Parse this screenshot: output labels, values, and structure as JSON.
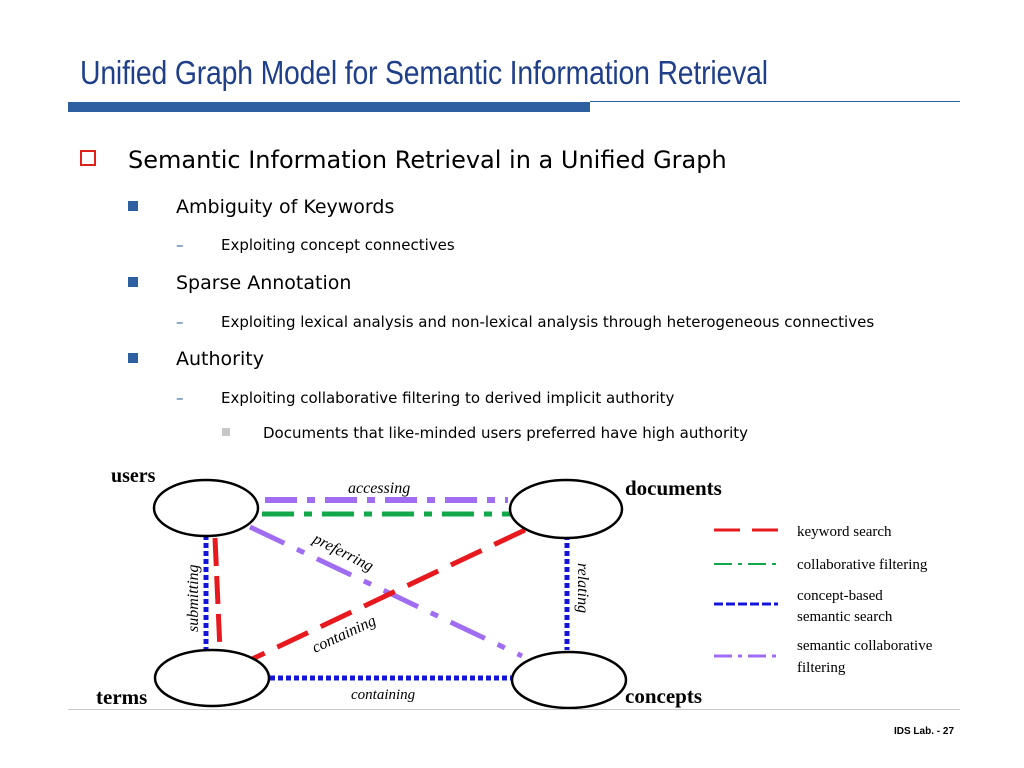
{
  "title": "Unified Graph Model for Semantic Information Retrieval",
  "bullets": {
    "main": "Semantic Information Retrieval in a Unified Graph",
    "ambiguity": "Ambiguity of Keywords",
    "ambiguity_sub": "Exploiting concept connectives",
    "sparse": "Sparse Annotation",
    "sparse_sub": "Exploiting lexical analysis and non-lexical analysis through heterogeneous connectives",
    "authority": "Authority",
    "authority_sub": "Exploiting collaborative filtering to derived implicit authority",
    "authority_sub_sub": "Documents that like-minded users preferred have high authority"
  },
  "diagram": {
    "nodes": {
      "users": "users",
      "documents": "documents",
      "terms": "terms",
      "concepts": "concepts"
    },
    "edges": {
      "accessing": "accessing",
      "preferring": "preferring",
      "submitting": "submitting",
      "relating": "relating",
      "containing_diag": "containing",
      "containing_bottom": "containing"
    },
    "legend": {
      "keyword": "keyword search",
      "collab": "collaborative filtering",
      "concept_1": "concept-based",
      "concept_2": "semantic search",
      "semcollab_1": "semantic collaborative",
      "semcollab_2": "filtering"
    },
    "colors": {
      "keyword": "#e8191e",
      "collab": "#10a84a",
      "concept": "#1414d8",
      "semantic_collab": "#a06cf2"
    }
  },
  "footer": "IDS Lab. - 27"
}
